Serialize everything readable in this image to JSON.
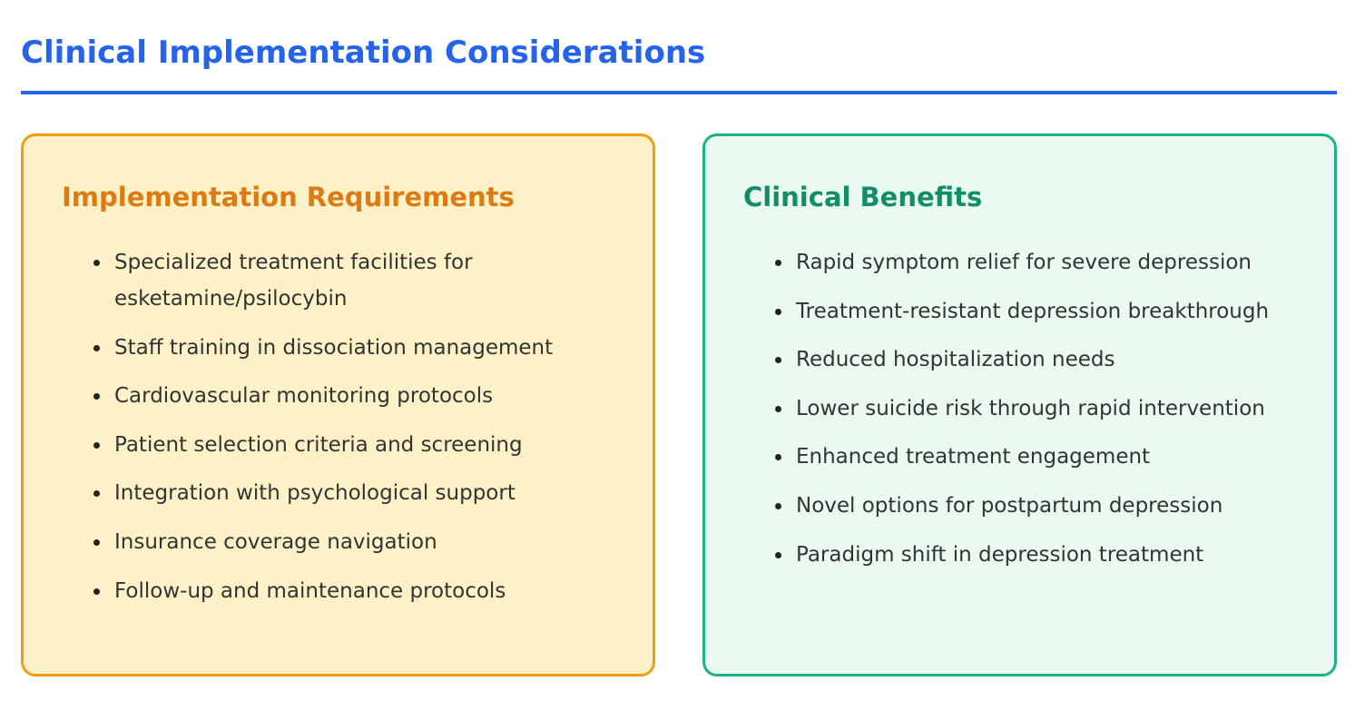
{
  "page": {
    "title": "Clinical Implementation Considerations"
  },
  "colors": {
    "accent_blue": "#2563eb",
    "requirements_border": "#f39c12",
    "requirements_bg": "#fdf2c7",
    "requirements_title": "#dc7b14",
    "benefits_border": "#1ab385",
    "benefits_bg": "#eafaf1",
    "benefits_title": "#128e67"
  },
  "requirements": {
    "title": "Implementation Requirements",
    "items": [
      "Specialized treatment facilities for esketamine/psilocybin",
      "Staff training in dissociation management",
      "Cardiovascular monitoring protocols",
      "Patient selection criteria and screening",
      "Integration with psychological support",
      "Insurance coverage navigation",
      "Follow-up and maintenance protocols"
    ]
  },
  "benefits": {
    "title": "Clinical Benefits",
    "items": [
      "Rapid symptom relief for severe depression",
      "Treatment-resistant depression breakthrough",
      "Reduced hospitalization needs",
      "Lower suicide risk through rapid intervention",
      "Enhanced treatment engagement",
      "Novel options for postpartum depression",
      "Paradigm shift in depression treatment"
    ]
  }
}
